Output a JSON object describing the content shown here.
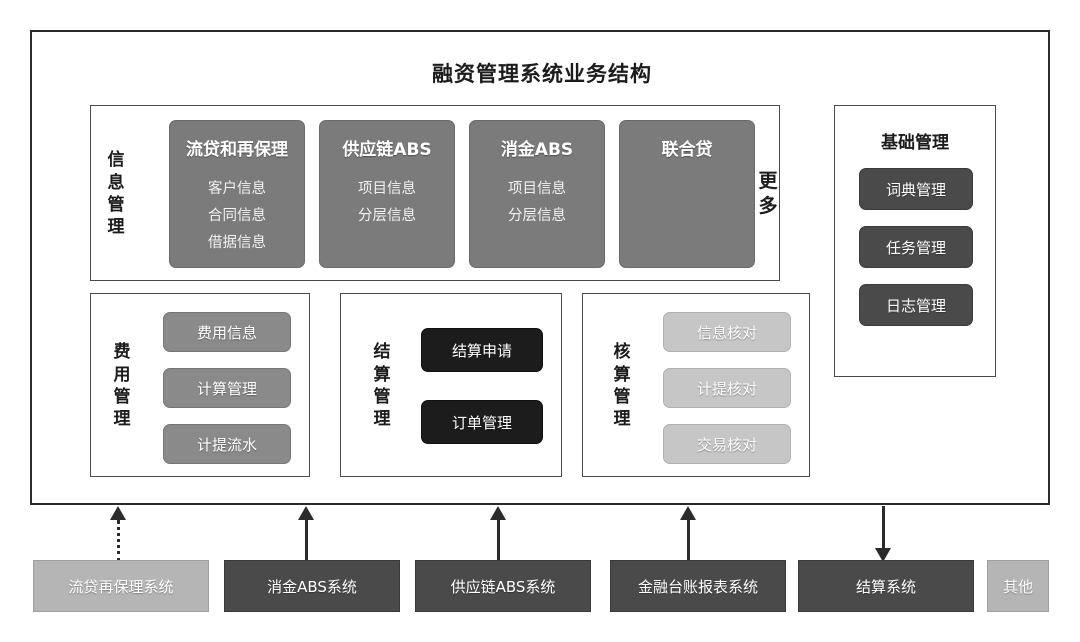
{
  "diagram": {
    "title": "融资管理系统业务结构",
    "domain_type": "architecture-block-diagram"
  },
  "colors": {
    "frame_border": "#2b2b2b",
    "panel_border": "#4a4a4a",
    "tile_fill": "#7b7b7b",
    "pill_mid": "#8a8a8a",
    "pill_dark": "#4a4a4a",
    "pill_black": "#1c1c1c",
    "pill_light": "#c6c6c6",
    "sys_dark": "#4a4a4a",
    "sys_light": "#b5b5b5",
    "text_dark": "#1c1c1c",
    "text_light": "#ffffff"
  },
  "groups": {
    "info_management": {
      "label": "信息管理",
      "label_chars": [
        "信",
        "息",
        "管",
        "理"
      ],
      "tiles": [
        {
          "title": "流贷和再保理",
          "items": [
            "客户信息",
            "合同信息",
            "借据信息"
          ]
        },
        {
          "title": "供应链ABS",
          "items": [
            "项目信息",
            "分层信息"
          ]
        },
        {
          "title": "消金ABS",
          "items": [
            "项目信息",
            "分层信息"
          ]
        },
        {
          "title": "联合贷",
          "items": []
        }
      ],
      "more_label": "更多",
      "more_label_chars": [
        "更",
        "多"
      ]
    },
    "fee_management": {
      "label": "费用管理",
      "label_chars": [
        "费",
        "用",
        "管",
        "理"
      ],
      "buttons": [
        "费用信息",
        "计算管理",
        "计提流水"
      ]
    },
    "settlement_management": {
      "label": "结算管理",
      "label_chars": [
        "结",
        "算",
        "管",
        "理"
      ],
      "buttons": [
        "结算申请",
        "订单管理"
      ]
    },
    "accounting_management": {
      "label": "核算管理",
      "label_chars": [
        "核",
        "算",
        "管",
        "理"
      ],
      "buttons": [
        "信息核对",
        "计提核对",
        "交易核对"
      ]
    },
    "basic_management": {
      "label": "基础管理",
      "buttons": [
        "词典管理",
        "任务管理",
        "日志管理"
      ]
    }
  },
  "external_systems": [
    {
      "label": "流贷再保理系统",
      "style": "light",
      "connector": "dotted-arrow-up"
    },
    {
      "label": "消金ABS系统",
      "style": "dark",
      "connector": "solid-arrow-up"
    },
    {
      "label": "供应链ABS系统",
      "style": "dark",
      "connector": "solid-arrow-up"
    },
    {
      "label": "金融台账报表系统",
      "style": "dark",
      "connector": "solid-arrow-up"
    },
    {
      "label": "结算系统",
      "style": "dark",
      "connector": "solid-arrow-down"
    },
    {
      "label": "其他",
      "style": "light",
      "connector": "none"
    }
  ]
}
